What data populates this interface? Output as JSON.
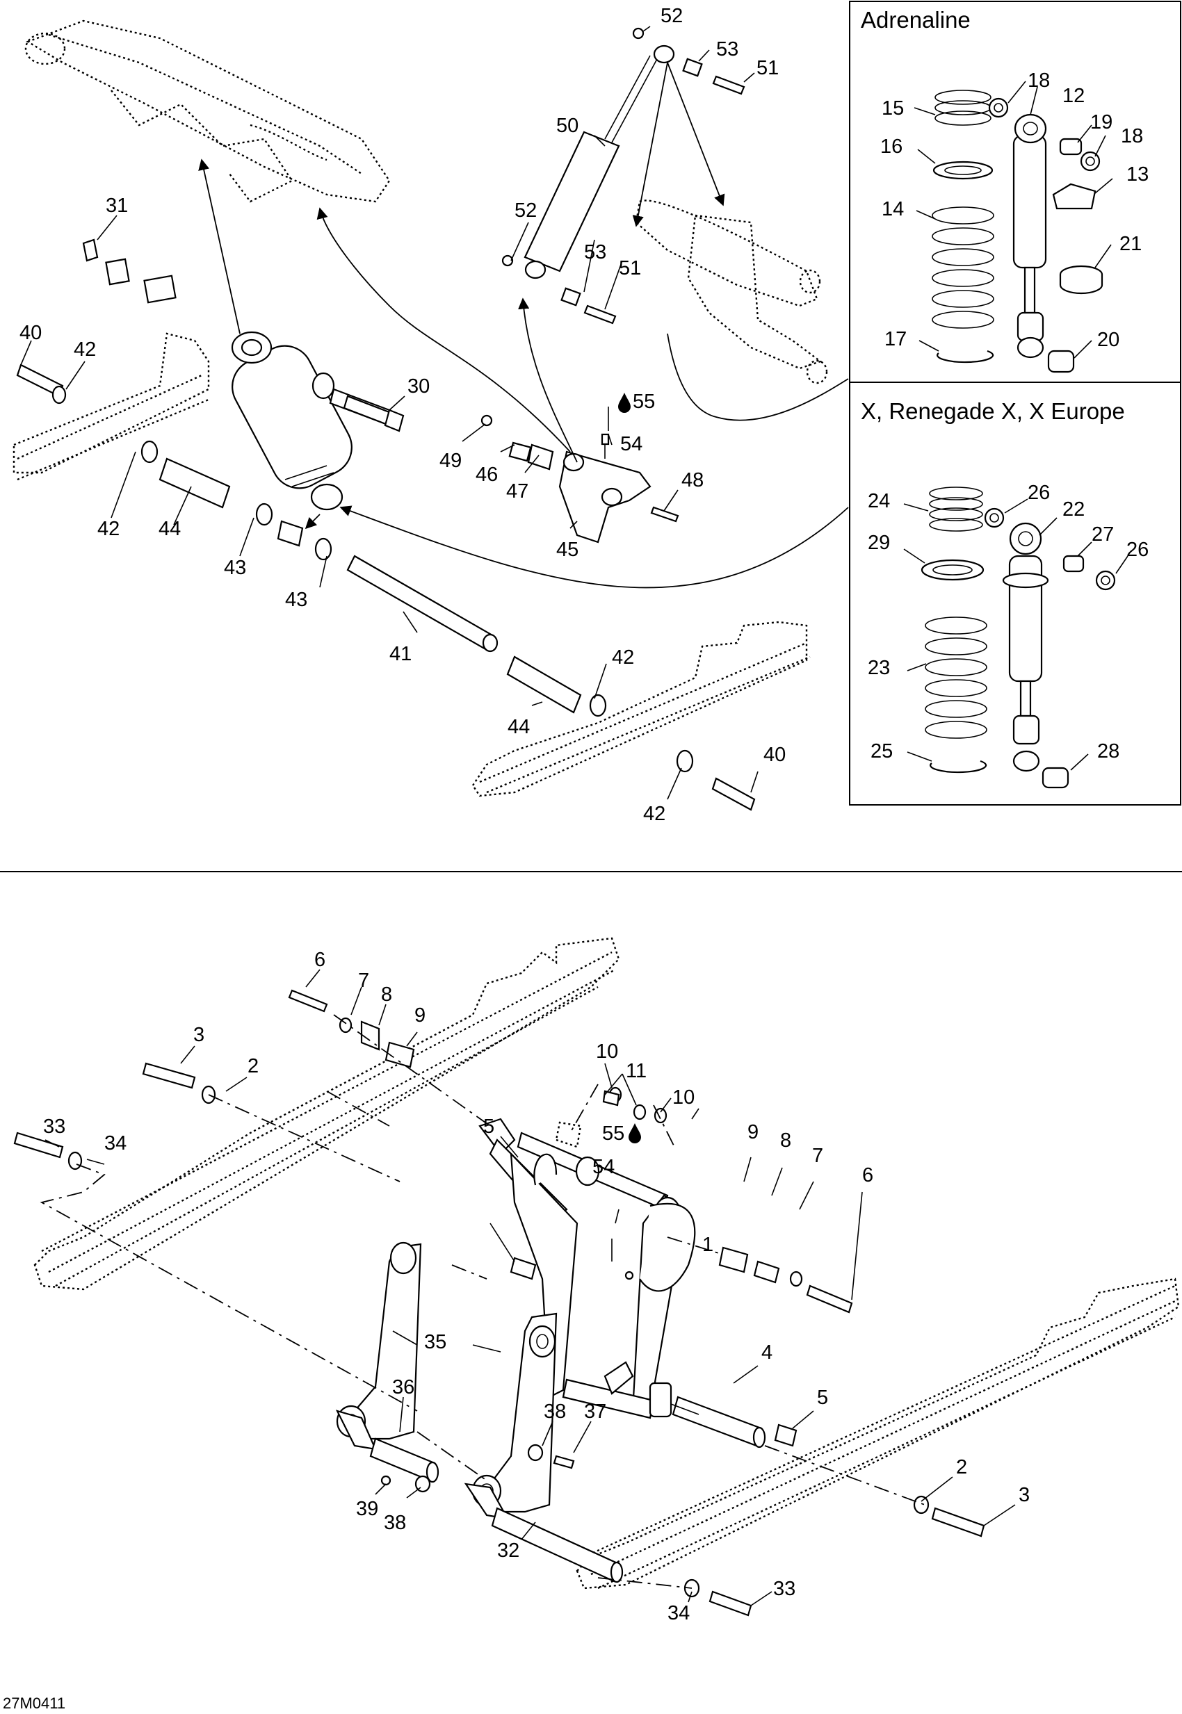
{
  "figure_code": "27M0411",
  "insets": {
    "adrenaline": {
      "title": "Adrenaline"
    },
    "x_renegade": {
      "title": "X, Renegade X, X Europe"
    }
  },
  "labels": {
    "n1": "1",
    "n2a": "2",
    "n2b": "2",
    "n3a": "3",
    "n3b": "3",
    "n4": "4",
    "n5a": "5",
    "n5b": "5",
    "n6a": "6",
    "n6b": "6",
    "n7a": "7",
    "n7b": "7",
    "n8a": "8",
    "n8b": "8",
    "n9a": "9",
    "n9b": "9",
    "n10a": "10",
    "n10b": "10",
    "n11": "11",
    "n12": "12",
    "n13": "13",
    "n14": "14",
    "n15": "15",
    "n16": "16",
    "n17": "17",
    "n18a": "18",
    "n18b": "18",
    "n19": "19",
    "n20": "20",
    "n21": "21",
    "n22": "22",
    "n23": "23",
    "n24": "24",
    "n25": "25",
    "n26a": "26",
    "n26b": "26",
    "n27": "27",
    "n28": "28",
    "n29": "29",
    "n30": "30",
    "n31": "31",
    "n32": "32",
    "n33a": "33",
    "n33b": "33",
    "n34a": "34",
    "n34b": "34",
    "n35": "35",
    "n36": "36",
    "n37": "37",
    "n38a": "38",
    "n38b": "38",
    "n39": "39",
    "n40a": "40",
    "n40b": "40",
    "n41": "41",
    "n42a": "42",
    "n42b": "42",
    "n42c": "42",
    "n42d": "42",
    "n43a": "43",
    "n43b": "43",
    "n44a": "44",
    "n44b": "44",
    "n45": "45",
    "n46": "46",
    "n47": "47",
    "n48": "48",
    "n49": "49",
    "n50": "50",
    "n51a": "51",
    "n51b": "51",
    "n52a": "52",
    "n52b": "52",
    "n53a": "53",
    "n53b": "53",
    "n54a": "54",
    "n54b": "54",
    "n55a": "55",
    "n55b": "55"
  },
  "icons": {
    "grease": "oil-drop-icon"
  },
  "colors": {
    "line": "#000000",
    "background": "#ffffff"
  }
}
